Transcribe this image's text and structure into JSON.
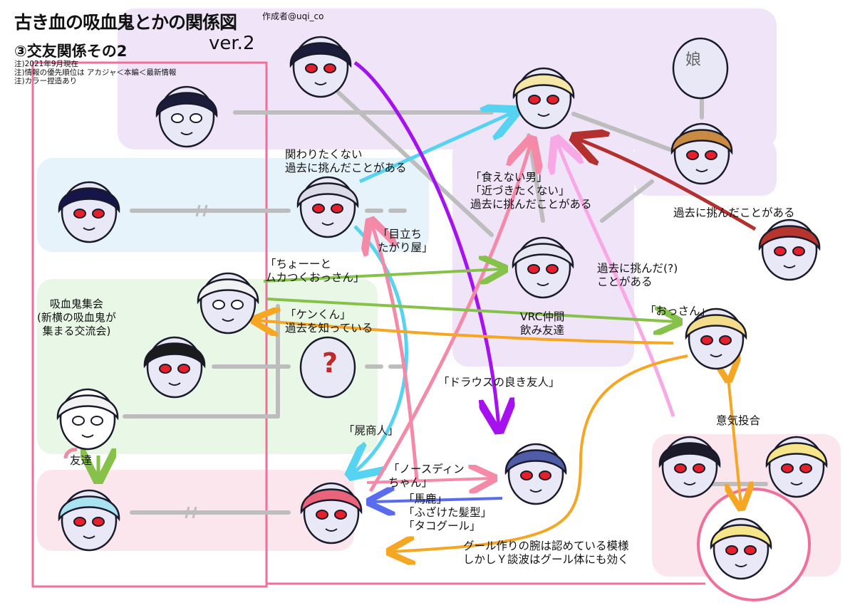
{
  "header": {
    "title": "古き血の吸血鬼とかの関係図",
    "author": "作成者@uqi_co",
    "subtitle": "③交友関係その2",
    "version": "ver.2",
    "notes": [
      "注)2021年9月現在",
      "注)情報の優先順位は アカジャ＜本編＜最新情報",
      "注)カラー捏造あり"
    ]
  },
  "group_labels": {
    "society": "吸血鬼集会\n(新横の吸血鬼が\n集まる交流会)"
  },
  "heads": {
    "ghost_daughter_text": "娘",
    "mystery_text": "?"
  },
  "relation_labels": {
    "avoid": "関わりたくない\n過去に挑んだことがある",
    "attention": "「目立ち\nたがり屋」",
    "inedible": "「食えない男」\n「近づきたくない」\n過去に挑んだことがある",
    "challenged": "過去に挑んだことがある",
    "choto": "「ちょーーと\nムカつくおっさん」",
    "challenged_q": "過去に挑んだ(?)\nことがある",
    "ossan": "「おっさん」",
    "vrc": "VRC仲間\n飲み友達",
    "ken": "「ケンくん」\n過去を知っている",
    "draus": "「ドラウスの良き友人」",
    "ikikitougou": "意気投合",
    "tomodachi": "友達",
    "shishonin": "「屍商人」",
    "northdin": "「ノースディン\nちゃん」",
    "baka": "「馬鹿」\n「ふざけた髪型」\n「タコグール」",
    "ghoul": "グール作りの腕は認めている模様\nしかしＹ談波はグール体にも効く"
  },
  "colors": {
    "purple_bg": "#efe4f8",
    "blue_bg": "#e6f3fb",
    "green_bg": "#e9f8e6",
    "pink_bg": "#fbe6ee",
    "pink_border": "#f0709a",
    "arrow_cyan": "#56d3f0",
    "arrow_purple": "#a612ef",
    "arrow_pink": "#f48aa8",
    "arrow_lightpink": "#f9a8e6",
    "arrow_red": "#b3302e",
    "arrow_green": "#86c24a",
    "arrow_orange": "#f5a623",
    "arrow_blue": "#5a6cee",
    "link_gray": "#bdbdbd"
  }
}
